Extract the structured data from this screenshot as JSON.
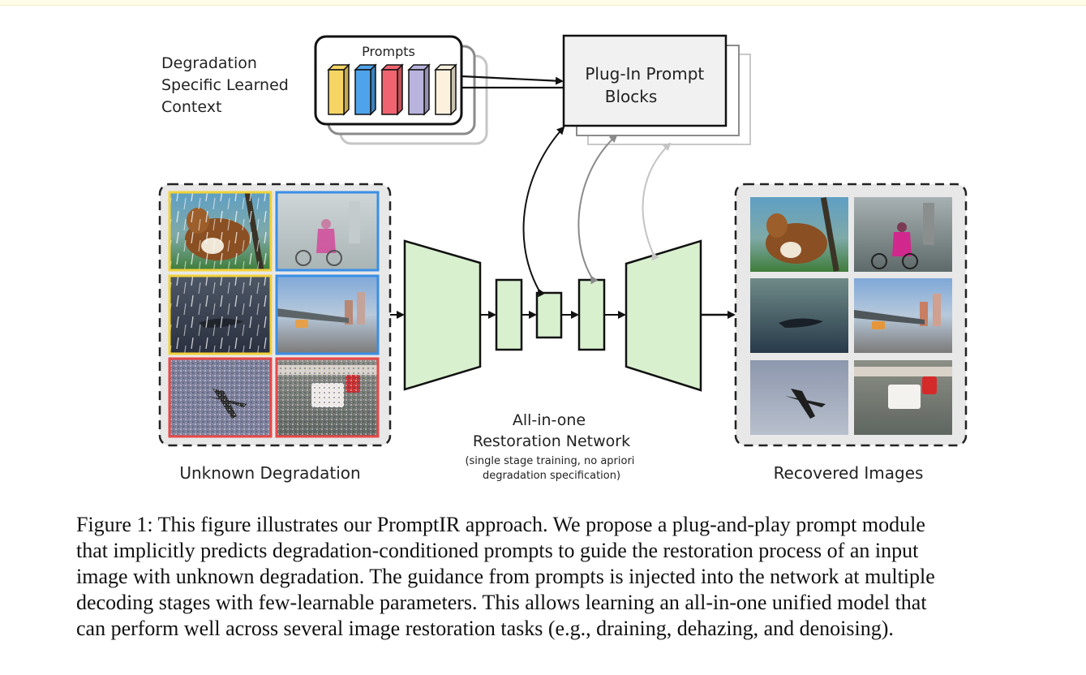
{
  "figure": {
    "context_label": [
      "Degradation",
      "Specific Learned",
      "Context"
    ],
    "prompts_title": "Prompts",
    "prompt_colors": [
      "#f7d565",
      "#4fa3ea",
      "#f06470",
      "#b8b4de",
      "#fbf1dd"
    ],
    "plugin_label": [
      "Plug-In Prompt",
      "Blocks"
    ],
    "network_label": [
      "All-in-one",
      "Restoration Network"
    ],
    "network_note": [
      "(single stage training, no apriori",
      "degradation specification)"
    ],
    "left_label": "Unknown Degradation",
    "right_label": "Recovered Images",
    "border_colors": {
      "rain": "#f2d23a",
      "haze": "#3a8ee6",
      "noise": "#e84848"
    },
    "encoder_fill": "#d9f0cf",
    "panel_fill": "#e8e8e8"
  },
  "caption": {
    "lines": [
      "Figure 1: This figure illustrates our PromptIR approach. We propose a plug-and-play prompt module",
      "that implicitly predicts degradation-conditioned prompts to guide the restoration process of an input",
      "image with unknown degradation. The guidance from prompts is injected into the network at multiple",
      "decoding stages with few-learnable parameters. This allows learning an all-in-one unified model that",
      "can perform well across several image restoration tasks (e.g., draining, dehazing, and denoising)."
    ]
  }
}
